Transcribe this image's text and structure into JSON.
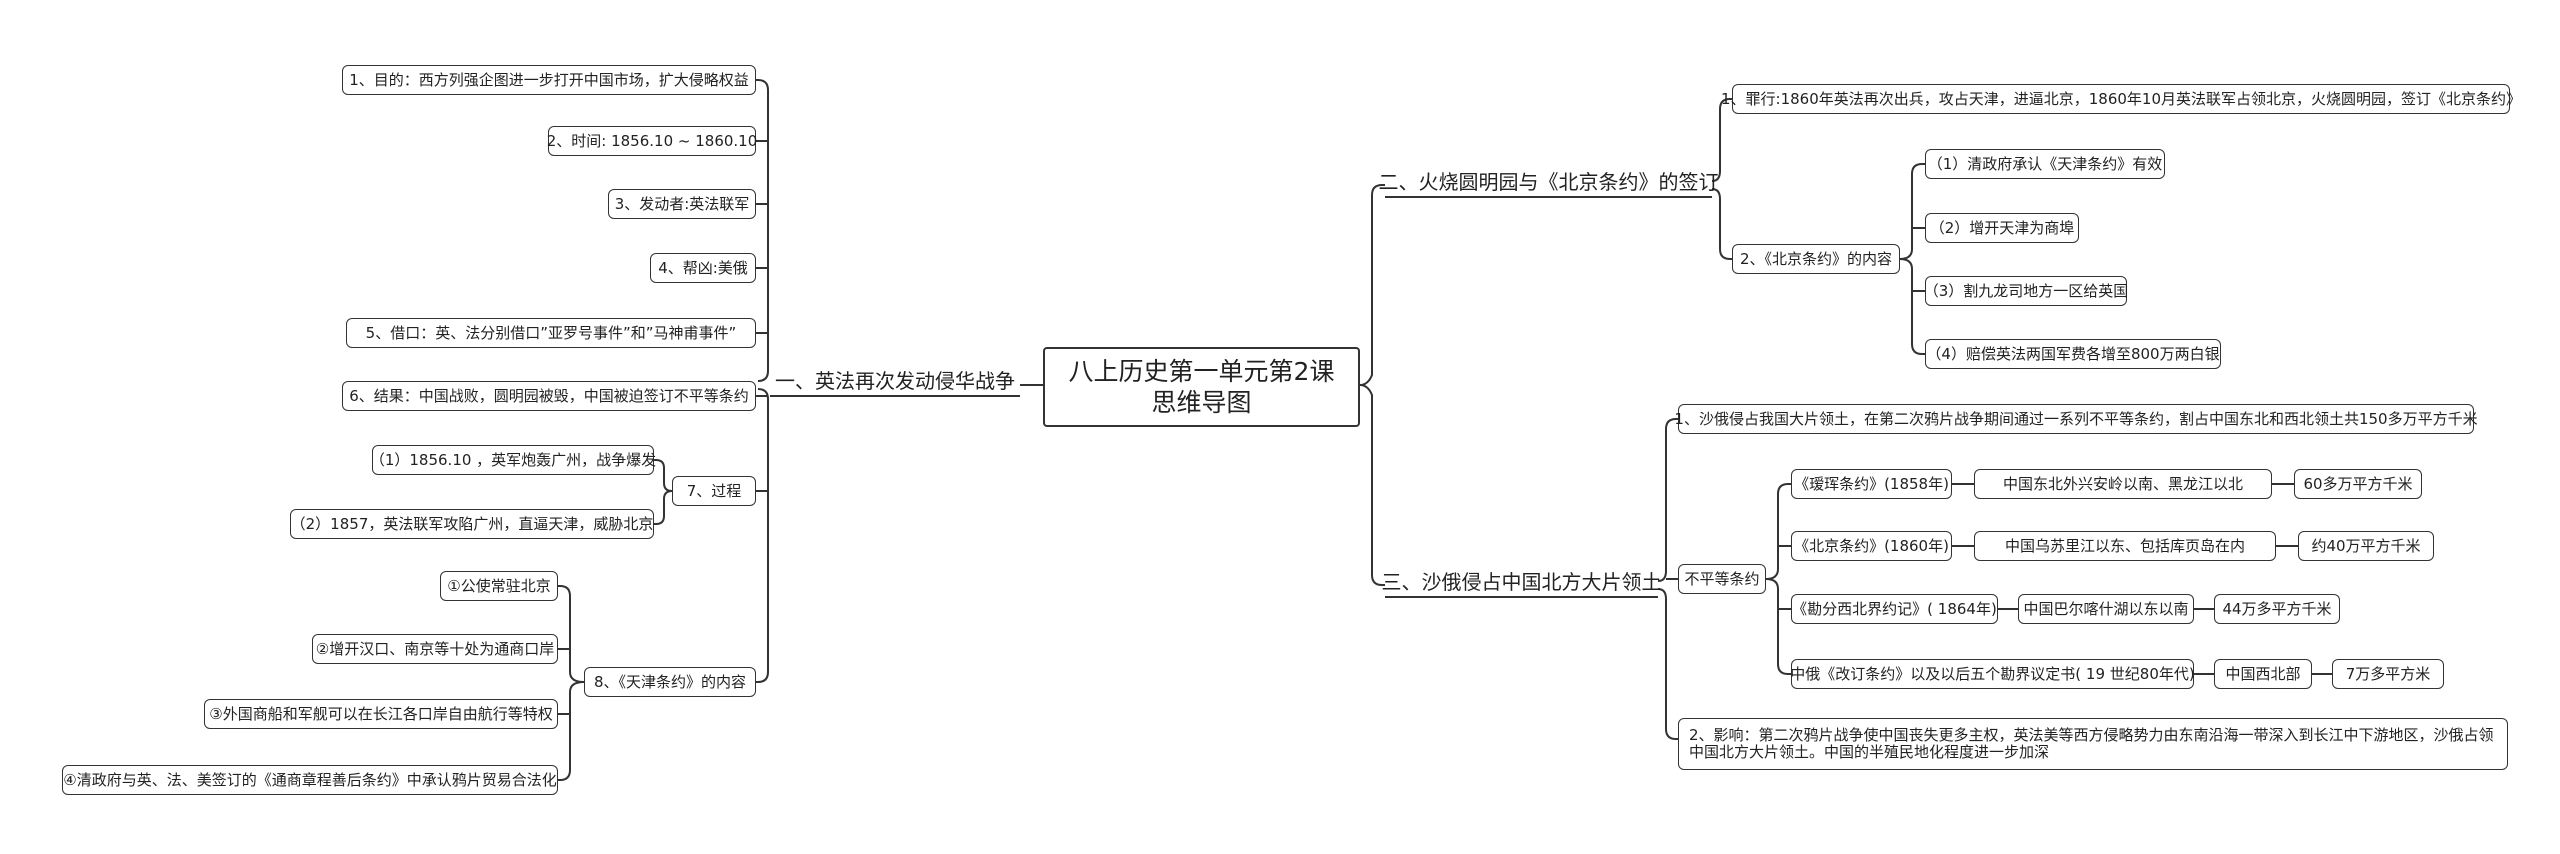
{
  "root": {
    "line1": "八上历史第一单元第2课",
    "line2": "思维导图"
  },
  "branch1": {
    "title": "一、英法再次发动侵华战争",
    "item1": "1、目的：西方列强企图进一步打开中国市场，扩大侵略权益",
    "item2": "2、时间: 1856.10 ~ 1860.10",
    "item3": "3、发动者:英法联军",
    "item4": "4、帮凶:美俄",
    "item5": "5、借口：英、法分别借口”亚罗号事件”和”马神甫事件”",
    "item6": "6、结果：中国战败，圆明园被毁，中国被迫签订不平等条约",
    "item7": {
      "title": "7、过程",
      "sub1": "（1）1856.10 ，英军炮轰广州，战争爆发",
      "sub2": "（2）1857，英法联军攻陷广州，直逼天津，威胁北京"
    },
    "item8": {
      "title": "8、《天津条约》的内容",
      "sub1": "①公使常驻北京",
      "sub2": "②增开汉口、南京等十处为通商口岸",
      "sub3": "③外国商船和军舰可以在长江各口岸自由航行等特权",
      "sub4": "④清政府与英、法、美签订的《通商章程善后条约》中承认鸦片贸易合法化"
    }
  },
  "branch2": {
    "title": "二、火烧圆明园与《北京条约》的签订",
    "item1": "1、罪行:1860年英法再次出兵，攻占天津，进逼北京，1860年10月英法联军占领北京，火烧圆明园，签订《北京条约》",
    "item2": {
      "title": "2、《北京条约》的内容",
      "sub1": "（1）清政府承认《天津条约》有效",
      "sub2": "（2）增开天津为商埠",
      "sub3": "（3）割九龙司地方一区给英国",
      "sub4": "（4）赔偿英法两国军费各增至800万两白银"
    }
  },
  "branch3": {
    "title": "三、沙俄侵占中国北方大片领土",
    "item1": "1、沙俄侵占我国大片领土，在第二次鸦片战争期间通过一系列不平等条约，割占中国东北和西北领土共150多万平方千米",
    "treaties": {
      "title": "不平等条约",
      "rows": [
        {
          "treaty": "《瑷珲条约》(1858年)",
          "region": "中国东北外兴安岭以南、黑龙江以北",
          "area": "60多万平方千米"
        },
        {
          "treaty": "《北京条约》(1860年)",
          "region": "中国乌苏里江以东、包括库页岛在内",
          "area": "约40万平方千米"
        },
        {
          "treaty": "《勘分西北界约记》( 1864年)",
          "region": "中国巴尔喀什湖以东以南",
          "area": "44万多平方千米"
        },
        {
          "treaty": "中俄《改订条约》以及以后五个勘界议定书( 19 世纪80年代)",
          "region": "中国西北部",
          "area": "7万多平方米"
        }
      ]
    },
    "item2": "2、影响：第二次鸦片战争使中国丧失更多主权，英法美等西方侵略势力由东南沿海一带深入到长江中下游地区，沙俄占领中国北方大片领土。中国的半殖民地化程度进一步加深"
  }
}
